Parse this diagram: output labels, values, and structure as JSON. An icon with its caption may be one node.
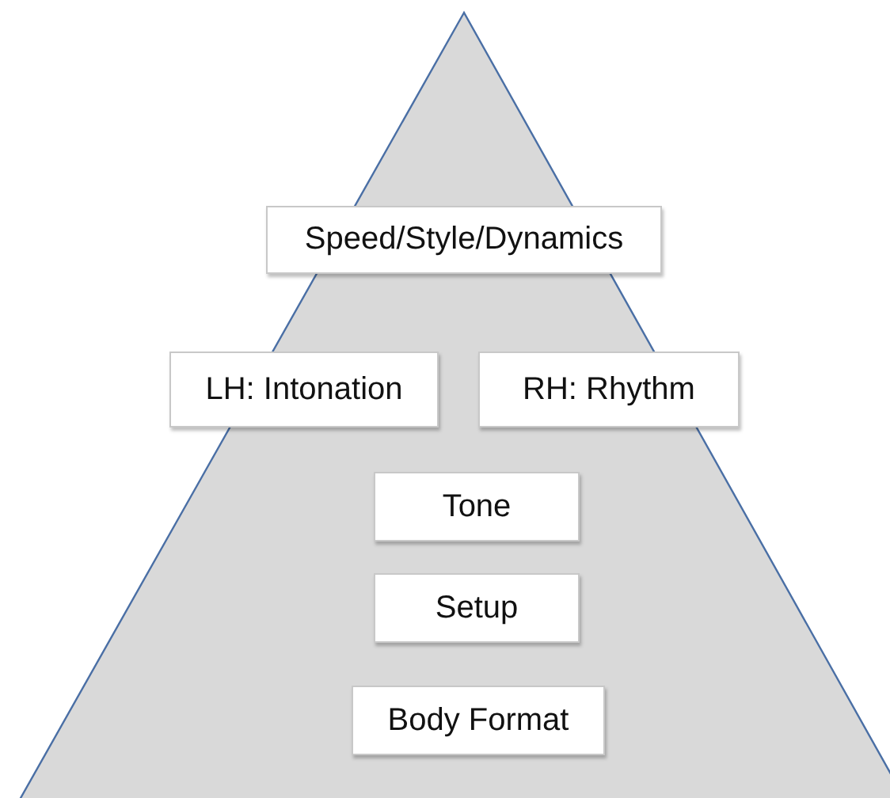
{
  "diagram": {
    "nodes": [
      {
        "text": [
          "Speed/Style/Dynamics"
        ]
      },
      {
        "text": [
          "LH: Intonation"
        ]
      },
      {
        "text": [
          "RH: Rhythm"
        ]
      },
      {
        "text": [
          "Tone"
        ]
      },
      {
        "text": [
          "Setup"
        ]
      },
      {
        "text": [
          "Body Format"
        ]
      }
    ]
  }
}
